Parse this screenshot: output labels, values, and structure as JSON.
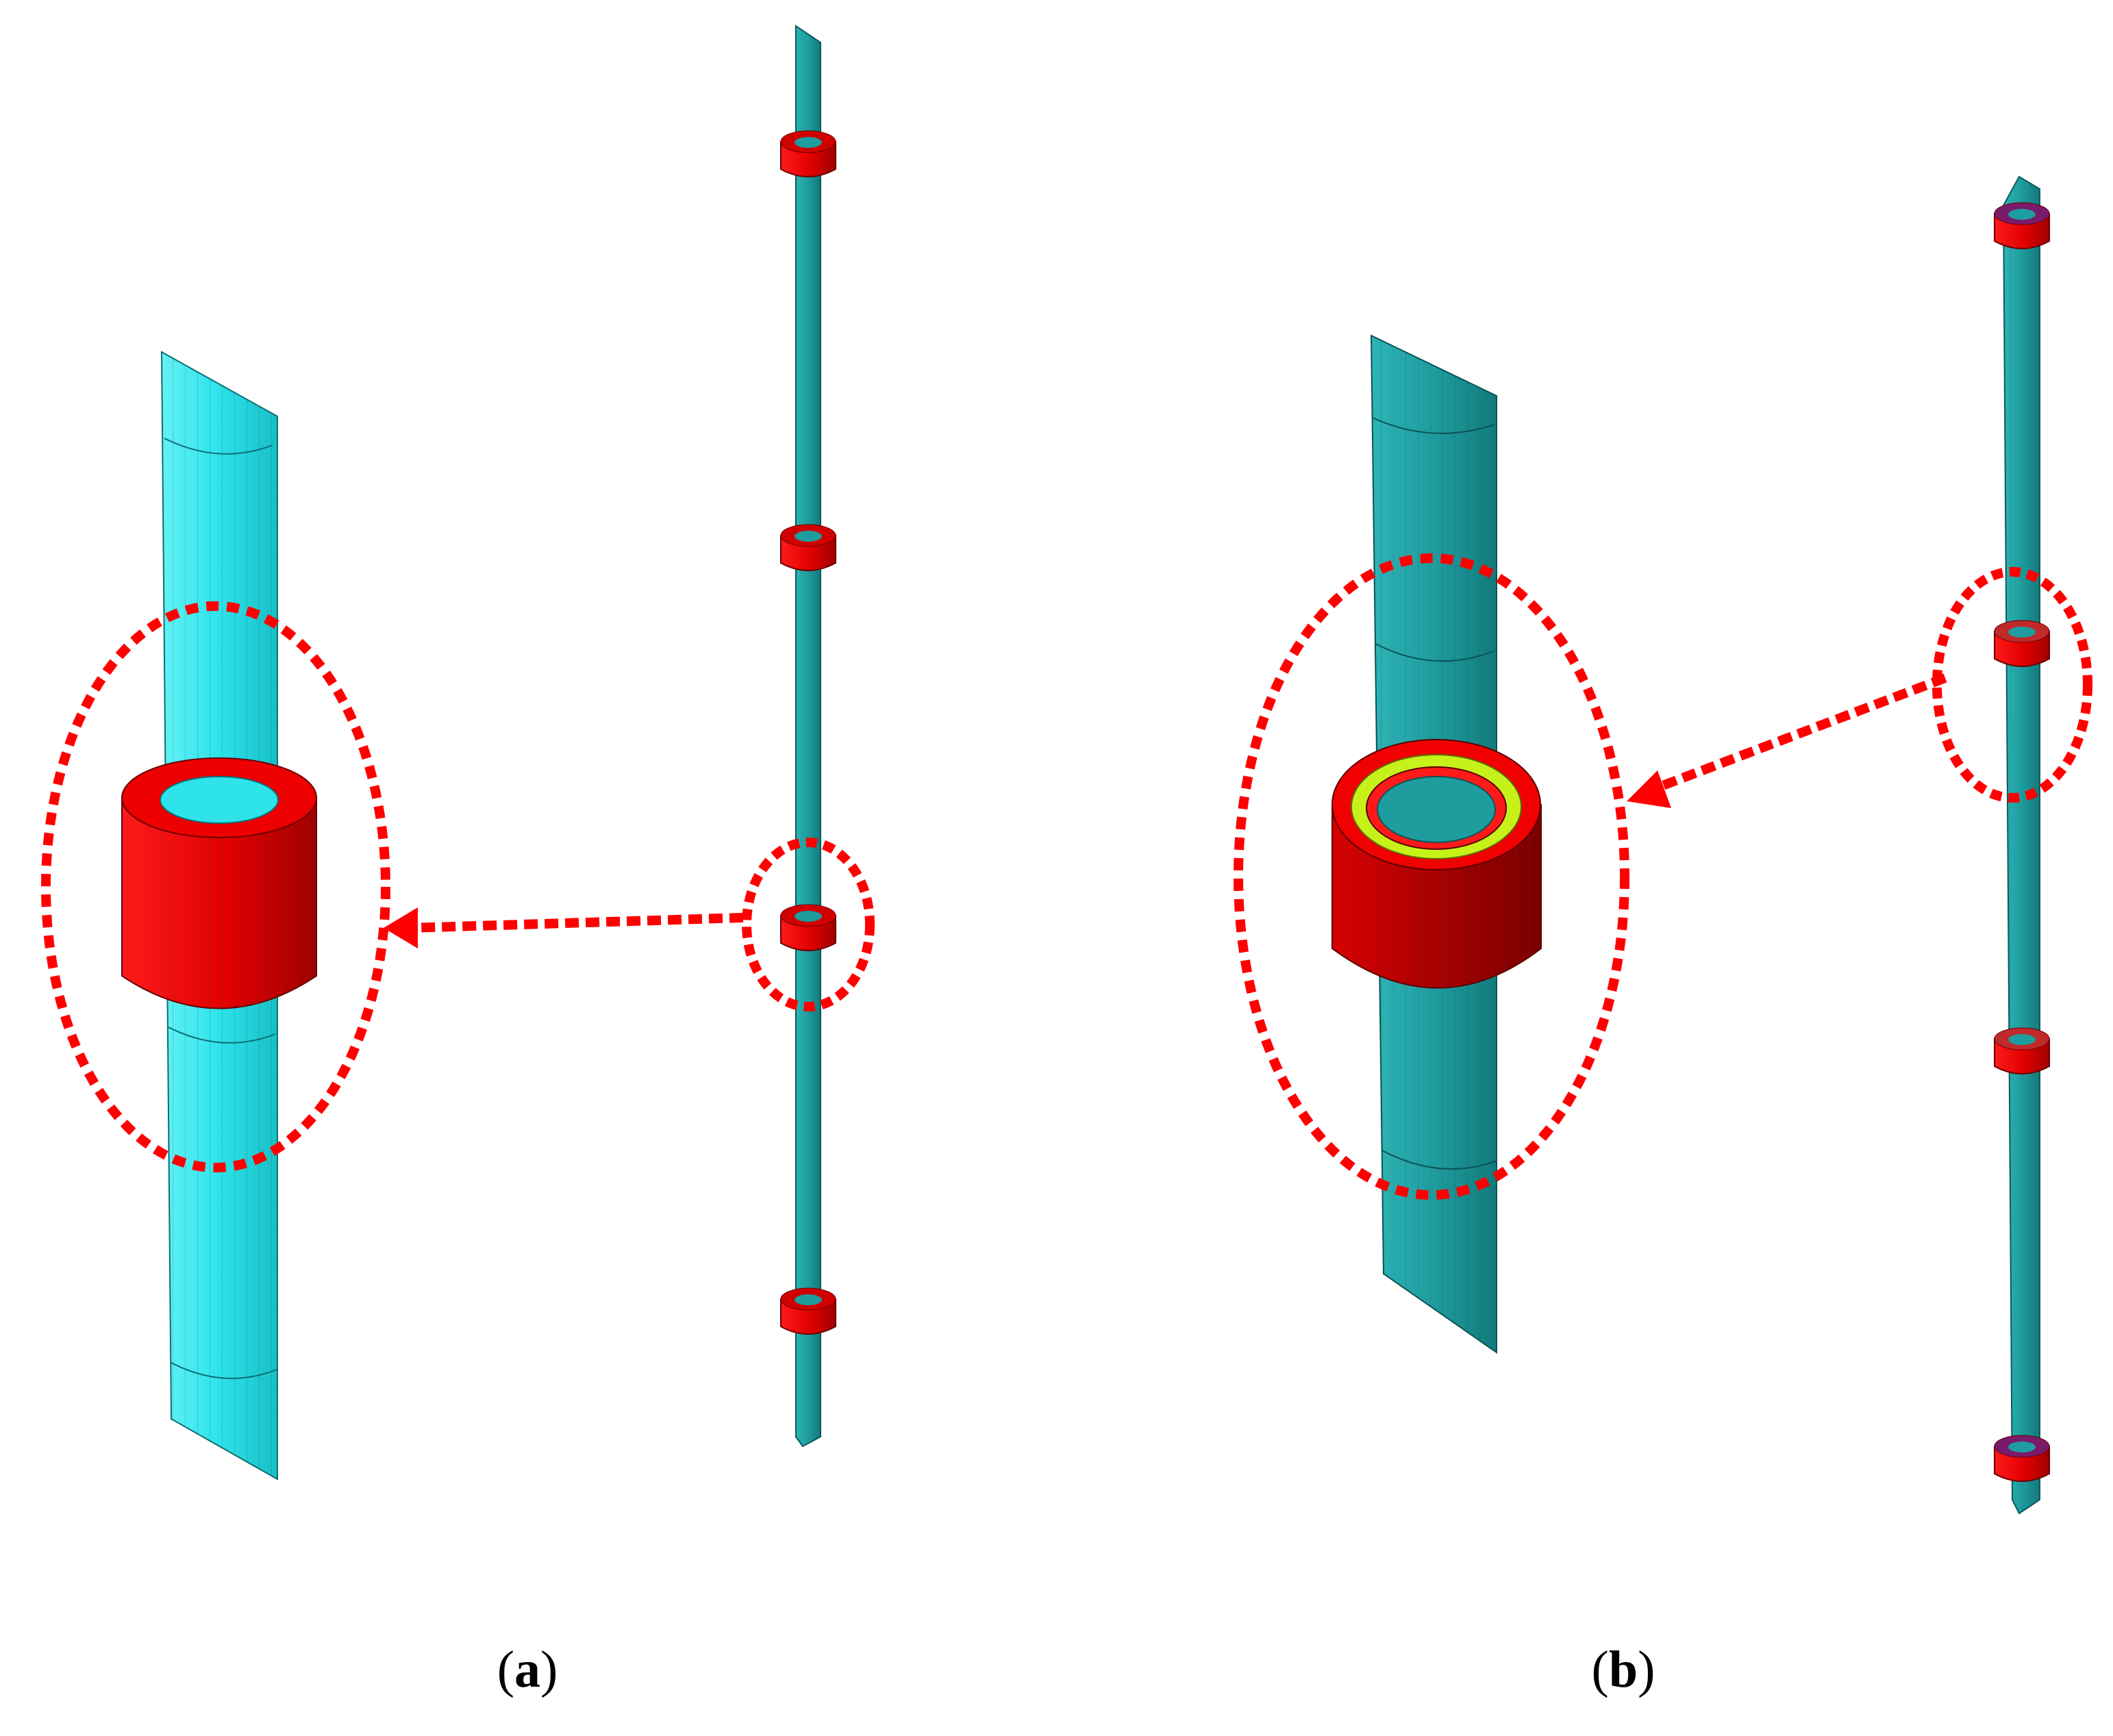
{
  "panels": [
    {
      "id": "a",
      "letter": "a",
      "ring_count": 4,
      "inner_ring_color": "#d00000"
    },
    {
      "id": "b",
      "letter": "b",
      "ring_count": 4,
      "inner_ring_color": "#c6f21a"
    }
  ],
  "colors": {
    "bar_light": "#2ee3ea",
    "bar_dark": "#1e9c9e",
    "ring_red": "#e00000",
    "ring_dark": "#8b0000",
    "highlight": "#ff0000",
    "yellow_green": "#c6f21a"
  },
  "icons": {
    "arrow": "arrow-left-icon",
    "callout": "dashed-ellipse-icon"
  }
}
